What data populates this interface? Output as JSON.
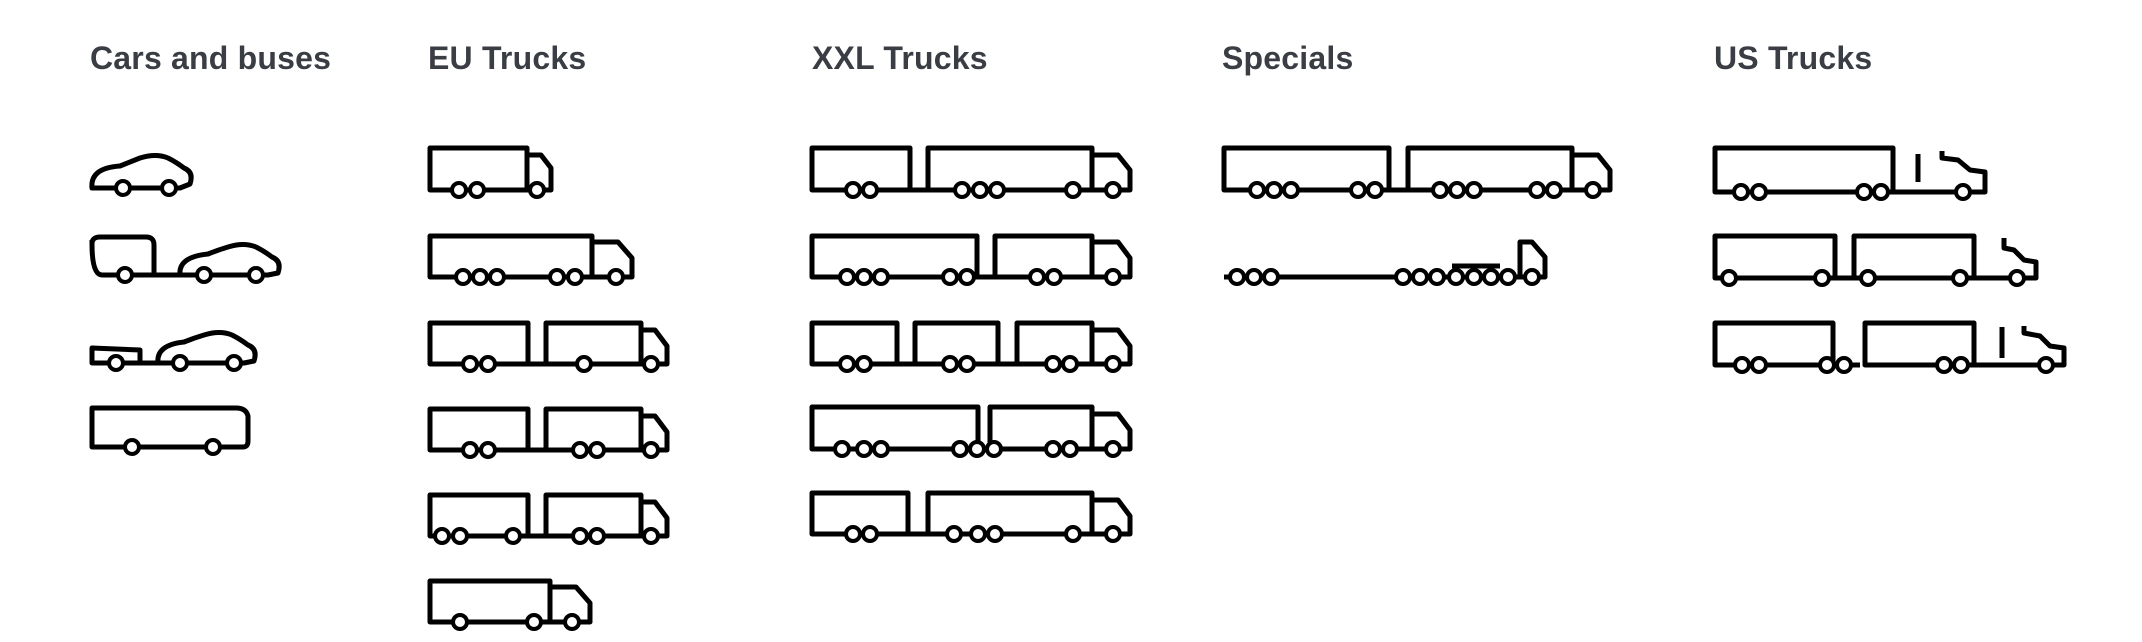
{
  "columns": [
    {
      "title": "Cars and buses"
    },
    {
      "title": "EU Trucks"
    },
    {
      "title": "XXL Trucks"
    },
    {
      "title": "Specials"
    },
    {
      "title": "US Trucks"
    }
  ],
  "icons": {
    "cars_and_buses": [
      "car-icon",
      "caravan-and-car-icon",
      "small-trailer-and-car-icon",
      "bus-icon"
    ],
    "eu_trucks": [
      "truck-icon",
      "semi-trailer-truck-icon",
      "truck-with-center-axle-trailer-icon",
      "truck-with-trailer-icon",
      "truck-with-drawbar-trailer-icon",
      "long-truck-icon"
    ],
    "xxl_trucks": [
      "truck-with-long-trailer-icon",
      "semi-trailer-with-truck-icon",
      "road-train-three-unit-icon",
      "b-double-combination-icon",
      "truck-with-dolly-and-trailer-icon"
    ],
    "specials": [
      "double-semi-trailer-truck-icon",
      "low-loader-heavy-haulage-icon"
    ],
    "us_trucks": [
      "us-long-trailer-tractor-icon",
      "us-double-trailer-tractor-icon",
      "us-triple-trailer-tractor-icon"
    ]
  }
}
